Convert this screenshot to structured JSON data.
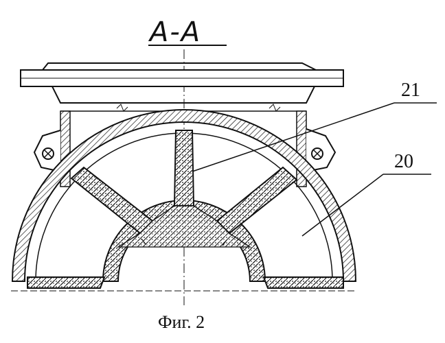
{
  "section_label": "А-А",
  "callouts": [
    {
      "id": "21",
      "label": "21"
    },
    {
      "id": "20",
      "label": "20"
    }
  ],
  "figure_caption": "Фиг. 2",
  "colors": {
    "ink": "#111111",
    "paper": "#ffffff"
  }
}
